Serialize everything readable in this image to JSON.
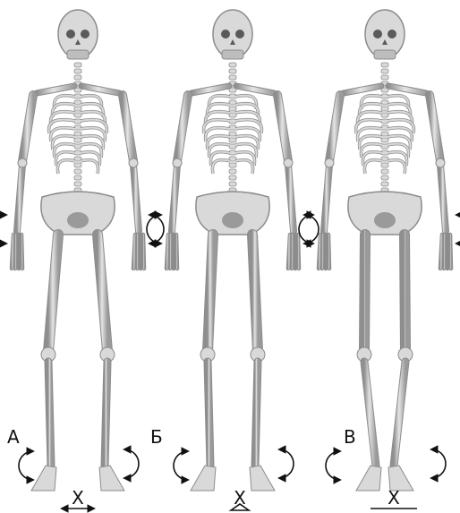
{
  "panels": [
    {
      "letter": "А",
      "x_label": "X",
      "stance": "feet-apart",
      "arrow": "double-headed"
    },
    {
      "letter": "Б",
      "x_label": "X",
      "stance": "feet-neutral",
      "arrow": "triangle-point"
    },
    {
      "letter": "В",
      "x_label": "X",
      "stance": "feet-together",
      "arrow": "bar"
    }
  ],
  "colors": {
    "bone": "#d9d9d9",
    "bone_shadow": "#8c8c8c",
    "ink": "#111111",
    "background": "#ffffff"
  }
}
